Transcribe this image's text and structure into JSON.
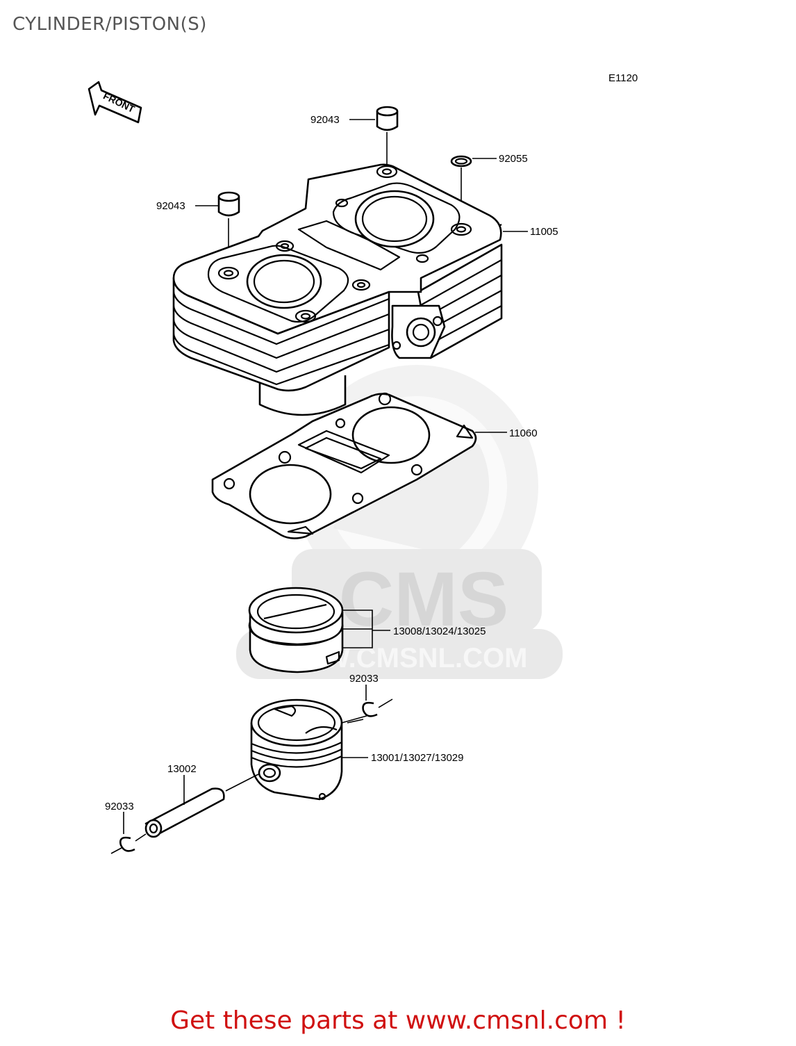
{
  "page_title": "CYLINDER/PISTON(S)",
  "diagram_code": "E1120",
  "front_arrow_label": "FRONT",
  "watermark": {
    "brand": "CMS",
    "site": "WWW.CMSNL.COM"
  },
  "callouts": {
    "dowel_pin_top": "92043",
    "oring": "92055",
    "dowel_pin_left": "92043",
    "cylinder": "11005",
    "base_gasket": "11060",
    "piston_rings": "13008/13024/13025",
    "circlip_right": "92033",
    "piston": "13001/13027/13029",
    "piston_pin": "13002",
    "circlip_left": "92033"
  },
  "footer": {
    "text": "Get these parts at www.cmsnl.com !",
    "color": "#d01010"
  }
}
